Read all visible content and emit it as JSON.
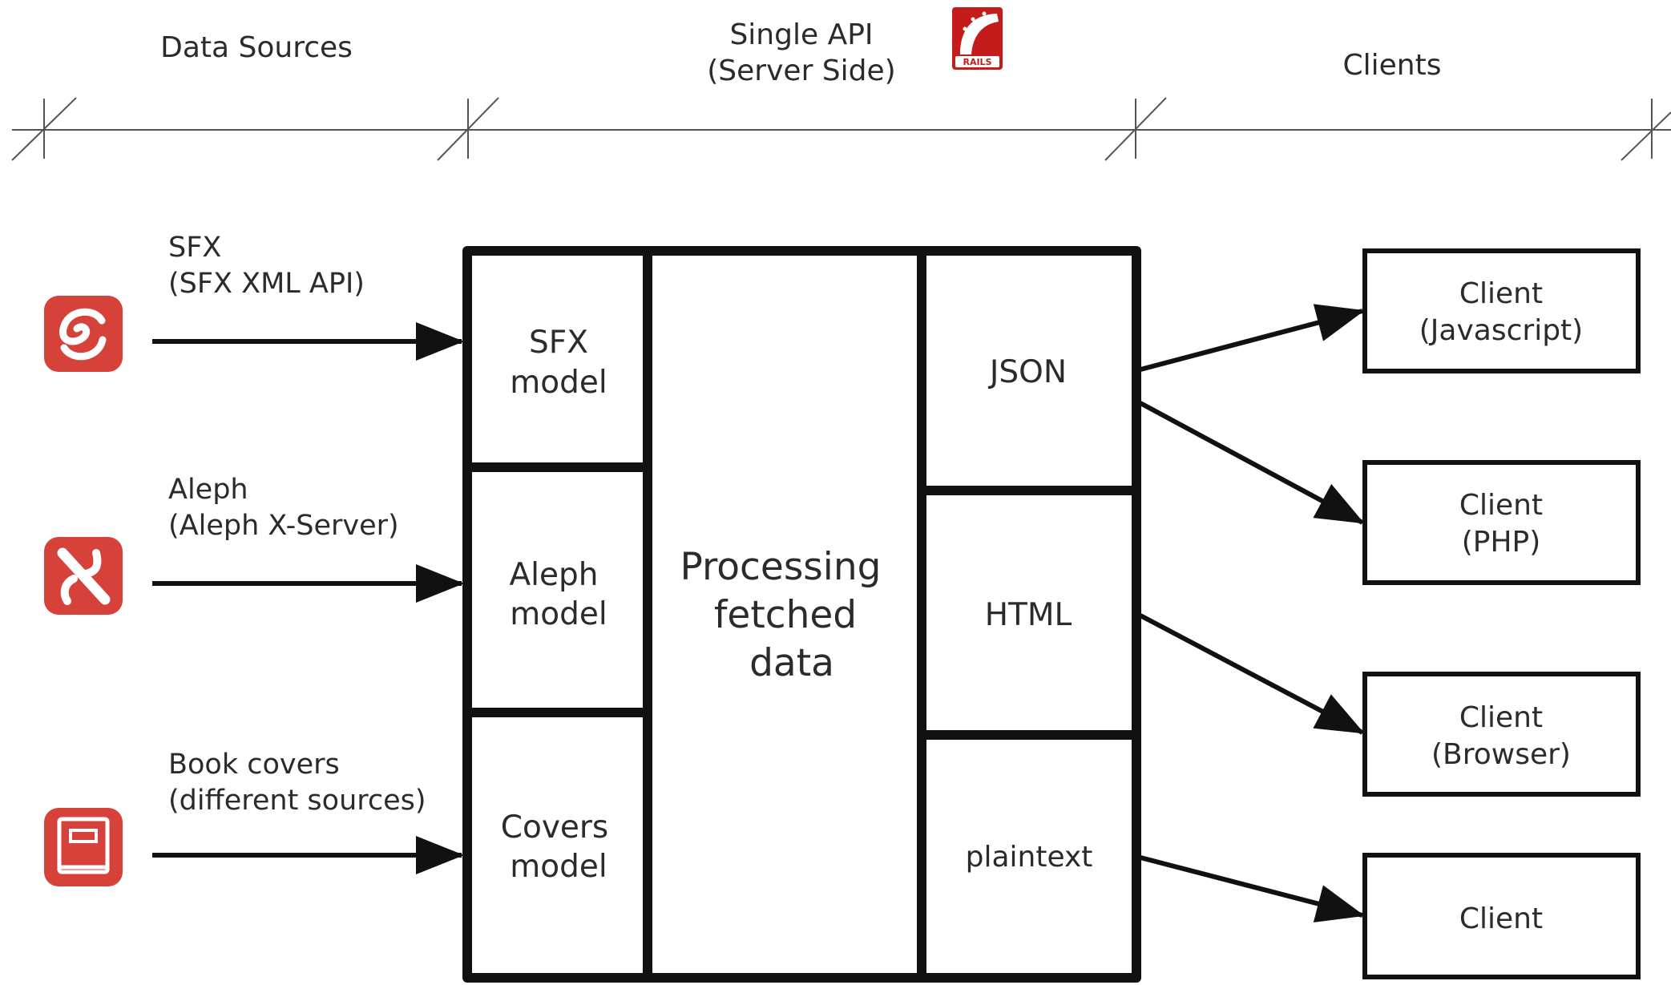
{
  "header": {
    "data_sources": "Data Sources",
    "single_api_line1": "Single API",
    "single_api_line2": "(Server Side)",
    "rails_logo_text": "RAILS",
    "clients": "Clients"
  },
  "sources": [
    {
      "title": "SFX",
      "subtitle": "(SFX XML API)",
      "icon": "sfx-swirl-icon"
    },
    {
      "title": "Aleph",
      "subtitle": "(Aleph X-Server)",
      "icon": "aleph-letter-icon"
    },
    {
      "title": "Book covers",
      "subtitle": "(different sources)",
      "icon": "book-icon"
    }
  ],
  "models": [
    {
      "line1": "SFX",
      "line2": "model"
    },
    {
      "line1": "Aleph",
      "line2": "model"
    },
    {
      "line1": "Covers",
      "line2": "model"
    }
  ],
  "processing": {
    "line1": "Processing",
    "line2": "fetched",
    "line3": "data"
  },
  "formats": [
    {
      "label": "JSON"
    },
    {
      "label": "HTML"
    },
    {
      "label": "plaintext"
    }
  ],
  "clients": [
    {
      "line1": "Client",
      "line2": "(Javascript)"
    },
    {
      "line1": "Client",
      "line2": "(PHP)"
    },
    {
      "line1": "Client",
      "line2": "(Browser)"
    },
    {
      "line1": "Client"
    }
  ],
  "colors": {
    "icon_red": "#d6423a",
    "rails_red": "#c41b1b",
    "line": "#111111",
    "text": "#2b2b2b"
  }
}
